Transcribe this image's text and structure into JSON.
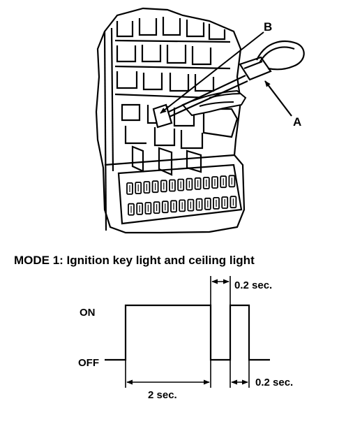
{
  "illustration": {
    "callout_a": "A",
    "callout_b": "B",
    "components": [
      "fuse-box-icon",
      "jumper-connector-icon",
      "hand-icon"
    ]
  },
  "timing": {
    "title": "MODE 1: Ignition key light and ceiling light",
    "on_label": "ON",
    "off_label": "OFF",
    "pulse_duration_label": "2 sec.",
    "gap_top_label": "0.2 sec.",
    "gap_bottom_label": "0.2 sec."
  }
}
